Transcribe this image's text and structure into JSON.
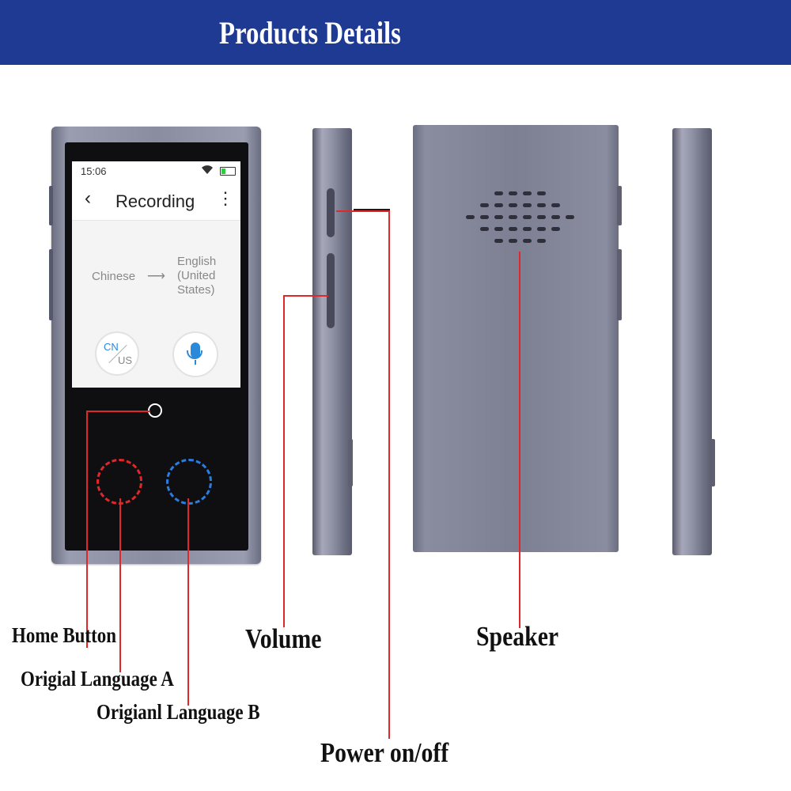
{
  "banner": {
    "title": "Products Details"
  },
  "device_screen": {
    "status_time": "15:06",
    "wifi_icon": "wifi-icon",
    "battery_icon": "battery-icon",
    "back_icon": "back-arrow-icon",
    "header_title": "Recording",
    "more_icon": "more-vertical-icon",
    "source_language": "Chinese",
    "target_language": "English (United States)",
    "swap_button": {
      "top": "CN",
      "bottom": "US"
    },
    "mic_icon": "microphone-icon"
  },
  "callouts": {
    "home_button": "Home Button",
    "language_a": "Origial Language A",
    "language_b": "Origianl Language B",
    "volume": "Volume",
    "power": "Power on/off",
    "speaker": "Speaker"
  },
  "colors": {
    "banner": "#1f3a93",
    "callout_line": "#e0282a",
    "language_a_ring": "#e0282a",
    "language_b_ring": "#2a7ee0",
    "accent_blue": "#2a89d8"
  }
}
